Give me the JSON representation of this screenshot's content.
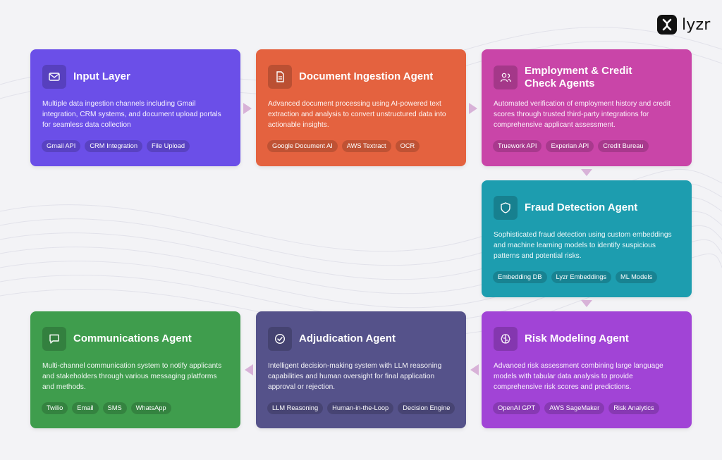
{
  "brand": {
    "logo_text": "lyzr"
  },
  "cards": [
    {
      "title": "Input Layer",
      "icon": "mail-icon",
      "color": "#6b4fe8",
      "description": "Multiple data ingestion channels including Gmail integration, CRM systems, and document upload portals for seamless data collection",
      "tags": [
        "Gmail API",
        "CRM Integration",
        "File Upload"
      ]
    },
    {
      "title": "Document Ingestion Agent",
      "icon": "document-icon",
      "color": "#e4623f",
      "description": "Advanced document processing using AI-powered text extraction and analysis to convert unstructured data into actionable insights.",
      "tags": [
        "Google Document AI",
        "AWS Textract",
        "OCR"
      ]
    },
    {
      "title": "Employment & Credit Check Agents",
      "title_line1": "Employment & Credit",
      "title_line2": "Check Agents",
      "icon": "users-icon",
      "color": "#c945a8",
      "description": "Automated verification of employment history and credit scores through trusted third-party integrations for comprehensive applicant assessment.",
      "tags": [
        "Truework API",
        "Experian API",
        "Credit Bureau"
      ]
    },
    {
      "title": "Fraud Detection Agent",
      "icon": "shield-icon",
      "color": "#1d9daf",
      "description": "Sophisticated fraud detection using custom embeddings and machine learning models to identify suspicious patterns and potential risks.",
      "tags": [
        "Embedding DB",
        "Lyzr Embeddings",
        "ML Models"
      ]
    },
    {
      "title": "Risk Modeling Agent",
      "icon": "brain-icon",
      "color": "#a144d6",
      "description": "Advanced risk assessment combining large language models with tabular data analysis to provide comprehensive risk scores and predictions.",
      "tags": [
        "OpenAI GPT",
        "AWS SageMaker",
        "Risk Analytics"
      ]
    },
    {
      "title": "Adjudication Agent",
      "icon": "check-circle-icon",
      "color": "#55528a",
      "description": "Intelligent decision-making system with LLM reasoning capabilities and human oversight for final application approval or rejection.",
      "tags": [
        "LLM Reasoning",
        "Human-in-the-Loop",
        "Decision Engine"
      ]
    },
    {
      "title": "Communications Agent",
      "icon": "message-icon",
      "color": "#3f9d4d",
      "description": "Multi-channel communication system to notify applicants and stakeholders through various messaging platforms and methods.",
      "tags": [
        "Twilio",
        "Email",
        "SMS",
        "WhatsApp"
      ]
    }
  ],
  "arrow_color": "#d8b2d8"
}
